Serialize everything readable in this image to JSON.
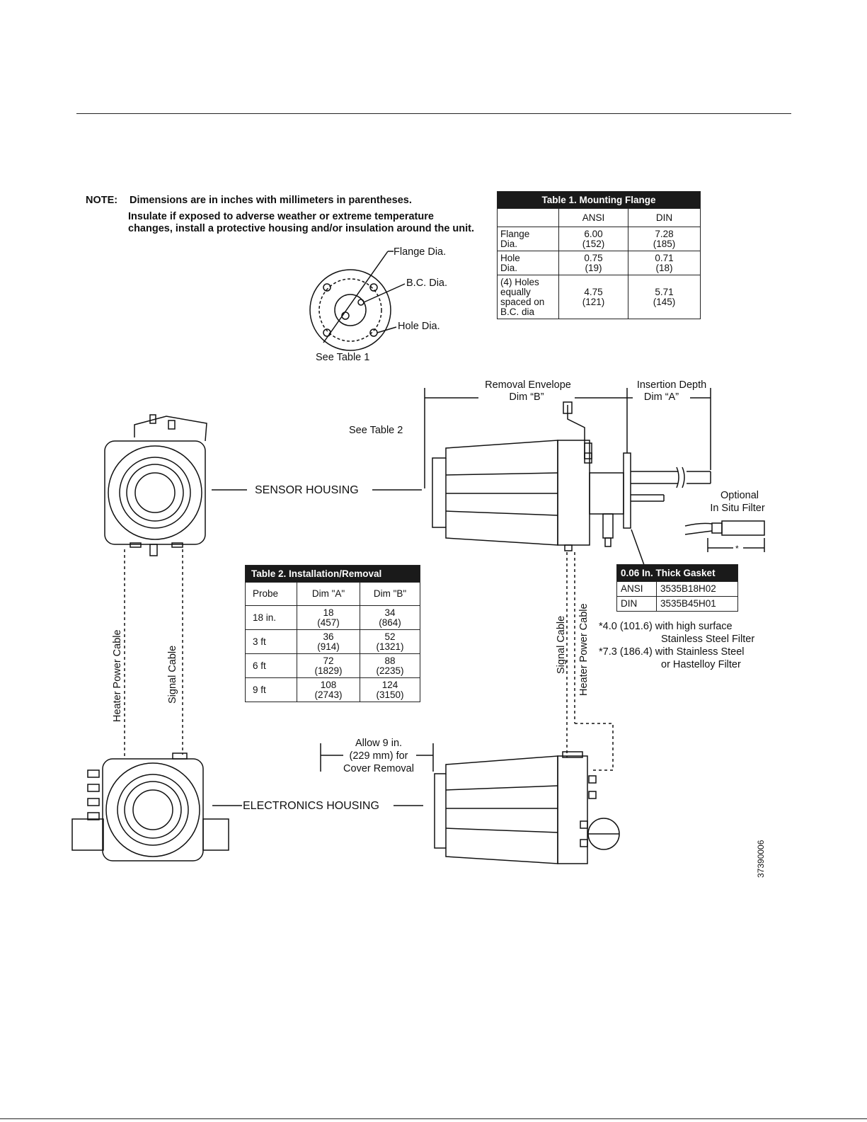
{
  "note": {
    "label": "NOTE:",
    "line1": "Dimensions are in inches with millimeters in parentheses.",
    "line2": "Insulate if exposed to adverse weather or extreme temperature changes, install a protective housing and/or insulation around the unit."
  },
  "flange_diagram": {
    "flange_dia": "Flange Dia.",
    "bc_dia": "B.C. Dia.",
    "hole_dia": "Hole Dia.",
    "see_table": "See Table 1"
  },
  "table1": {
    "title": "Table 1.  Mounting  Flange",
    "headers": [
      "",
      "ANSI",
      "DIN"
    ],
    "rows": [
      {
        "label": "Flange\nDia.",
        "ansi": "6.00\n(152)",
        "din": "7.28\n(185)"
      },
      {
        "label": "Hole\nDia.",
        "ansi": "0.75\n(19)",
        "din": "0.71\n(18)"
      },
      {
        "label": "(4) Holes\nequally\nspaced on\nB.C. dia",
        "ansi": "4.75\n(121)",
        "din": "5.71\n(145)"
      }
    ]
  },
  "table2": {
    "title": "Table 2.  Installation/Removal",
    "headers": [
      "Probe",
      "Dim \"A\"",
      "Dim \"B\""
    ],
    "rows": [
      {
        "probe": "18 in.",
        "a": "18\n(457)",
        "b": "34\n(864)"
      },
      {
        "probe": "3 ft",
        "a": "36\n(914)",
        "b": "52\n(1321)"
      },
      {
        "probe": "6 ft",
        "a": "72\n(1829)",
        "b": "88\n(2235)"
      },
      {
        "probe": "9 ft",
        "a": "108\n(2743)",
        "b": "124\n(3150)"
      }
    ]
  },
  "gasket_table": {
    "title": "0.06 In.  Thick  Gasket",
    "rows": [
      {
        "std": "ANSI",
        "part": "3535B18H02"
      },
      {
        "std": "DIN",
        "part": "3535B45H01"
      }
    ]
  },
  "labels": {
    "removal_envelope": "Removal Envelope",
    "dim_b": "Dim  “B”",
    "insertion_depth": "Insertion Depth",
    "dim_a": "Dim  “A”",
    "see_table2": "See Table 2",
    "sensor_housing": "SENSOR HOUSING",
    "electronics_housing": "ELECTRONICS HOUSING",
    "optional": "Optional",
    "in_situ_filter": "In Situ Filter",
    "asterisk": "*",
    "heater_power_cable": "Heater Power Cable",
    "signal_cable": "Signal Cable",
    "allow_line1": "Allow 9 in.",
    "allow_line2": "(229 mm) for",
    "allow_line3": "Cover Removal",
    "filter_note1a": "*4.0 (101.6) with high surface",
    "filter_note1b": "Stainless Steel Filter",
    "filter_note2a": "*7.3 (186.4) with Stainless Steel",
    "filter_note2b": "or Hastelloy Filter",
    "drawing_number": "37390006"
  }
}
